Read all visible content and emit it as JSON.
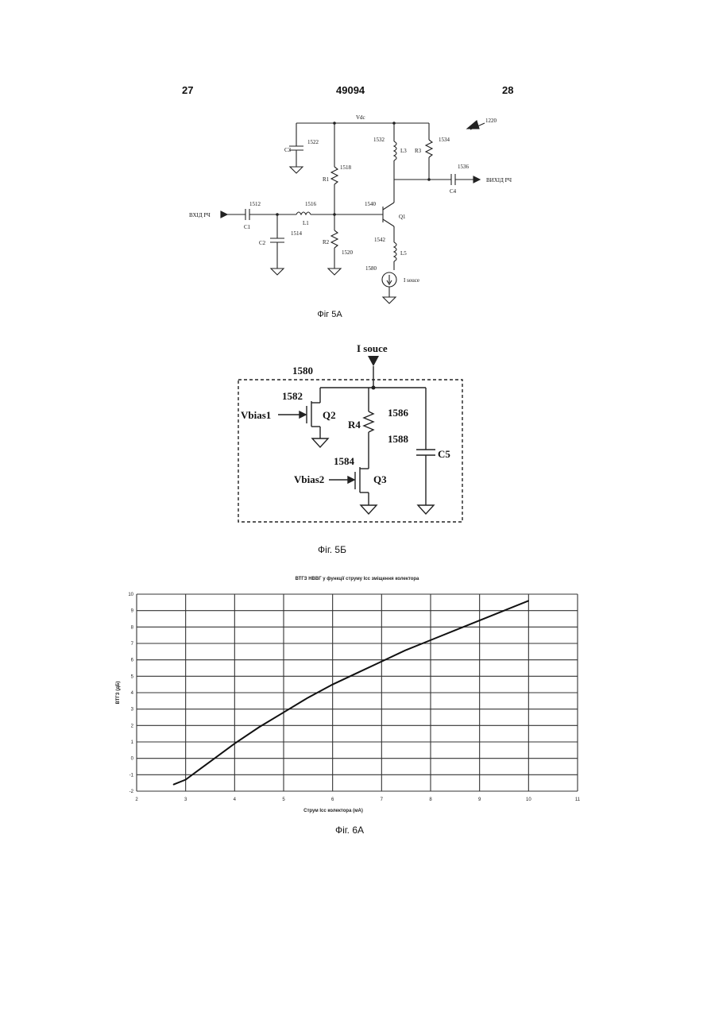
{
  "header": {
    "left_page": "27",
    "doc_number": "49094",
    "right_page": "28"
  },
  "fig5a": {
    "caption": "Фіг 5А",
    "ref_number": "1220",
    "labels": {
      "vdc": "Vdc",
      "input": "ВХІД РЧ",
      "output": "ВИХІД РЧ",
      "c1": "C1",
      "c2": "C2",
      "c3": "C3",
      "c4": "C4",
      "l1": "L1",
      "l3": "L3",
      "l5": "L5",
      "r1": "R1",
      "r2": "R2",
      "r3": "R3",
      "q1": "Q1",
      "isource": "I souce",
      "n1512": "1512",
      "n1514": "1514",
      "n1516": "1516",
      "n1518": "1518",
      "n1520": "1520",
      "n1522": "1522",
      "n1532": "1532",
      "n1534": "1534",
      "n1536": "1536",
      "n1540": "1540",
      "n1542": "1542",
      "n1580": "1580"
    }
  },
  "fig5b": {
    "caption": "Фіг. 5Б",
    "labels": {
      "isource": "I souce",
      "n1580": "1580",
      "n1582": "1582",
      "n1584": "1584",
      "n1586": "1586",
      "n1588": "1588",
      "vbias1": "Vbias1",
      "vbias2": "Vbias2",
      "q2": "Q2",
      "q3": "Q3",
      "r4": "R4",
      "c5": "C5"
    }
  },
  "fig6a": {
    "caption": "Фіг. 6А",
    "chart_data": {
      "type": "line",
      "title": "ВТГЗ НВВГ у функції струму Icc зміщення колектора",
      "xlabel": "Струм Icc колектора (мА)",
      "ylabel": "ВТГЗ (дБ)",
      "xlim": [
        2,
        11
      ],
      "ylim": [
        -2,
        10
      ],
      "xticks": [
        "2",
        "3",
        "4",
        "5",
        "6",
        "7",
        "8",
        "9",
        "10",
        "11"
      ],
      "yticks": [
        "-2",
        "-1",
        "0",
        "1",
        "2",
        "3",
        "4",
        "5",
        "6",
        "7",
        "8",
        "9",
        "10"
      ],
      "grid": true,
      "series": [
        {
          "x": [
            2.75,
            3.0,
            3.5,
            4.0,
            4.5,
            5.0,
            5.5,
            6.0,
            6.5,
            7.0,
            7.5,
            8.0,
            8.5,
            9.0,
            9.5,
            10.0
          ],
          "values": [
            -1.6,
            -1.3,
            -0.2,
            0.9,
            1.9,
            2.8,
            3.7,
            4.5,
            5.2,
            5.9,
            6.6,
            7.2,
            7.8,
            8.4,
            9.0,
            9.6
          ]
        }
      ]
    }
  }
}
